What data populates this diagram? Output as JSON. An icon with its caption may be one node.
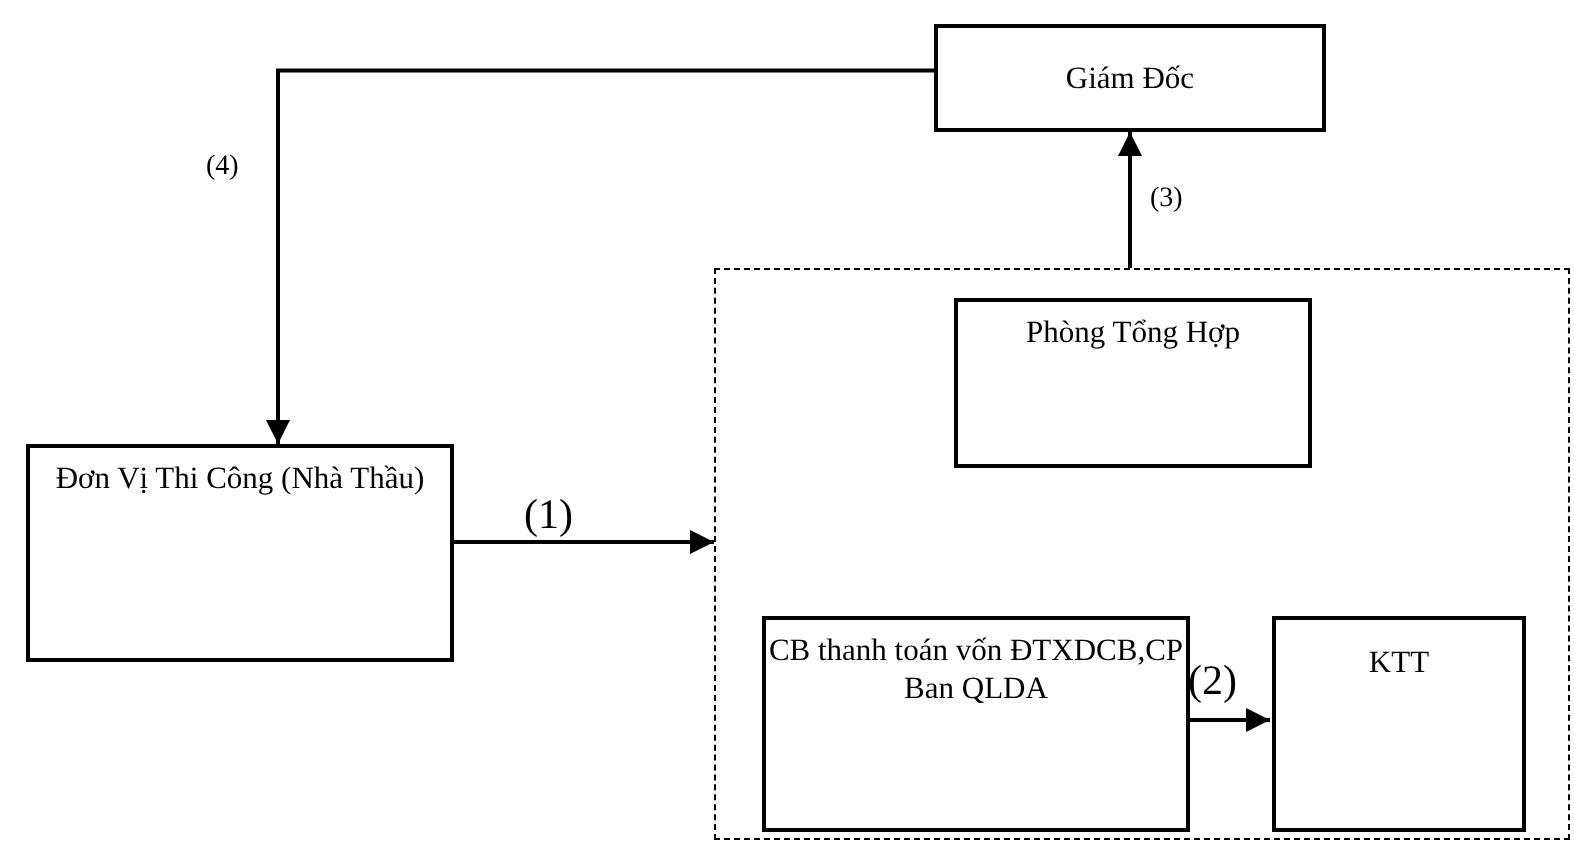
{
  "diagram": {
    "nodes": [
      {
        "text": [
          "Giám Đốc"
        ]
      },
      {
        "text": [
          "Đơn Vị Thi Công (Nhà Thầu)"
        ]
      },
      {
        "text": [],
        "shape": "box"
      },
      {
        "text": [
          "Phòng Tổng Hợp"
        ],
        "in": 2
      },
      {
        "text": [
          "CB thanh toán vốn ĐTXDCB,CP Ban QLDA"
        ],
        "in": 2
      },
      {
        "text": [
          "KTT"
        ],
        "in": 2
      }
    ],
    "edges": [
      {
        "from": 0,
        "to": 1,
        "arrow": "to",
        "label": "(4)"
      },
      {
        "from": 1,
        "to": 2,
        "arrow": "to",
        "label": "(1)"
      },
      {
        "from": 2,
        "to": 0,
        "arrow": "to",
        "label": "(3)"
      },
      {
        "from": 4,
        "to": 5,
        "arrow": "to",
        "label": "(2)"
      }
    ]
  }
}
